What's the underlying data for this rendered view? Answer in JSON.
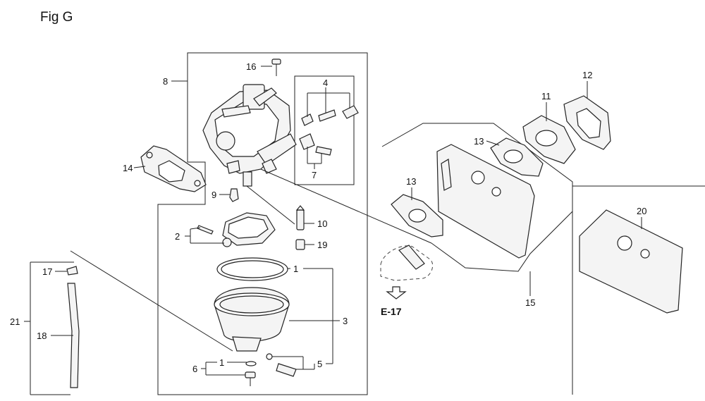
{
  "figure": {
    "title": "Fig G",
    "reference": "E-17"
  },
  "callouts": {
    "c1a": "1",
    "c1b": "1",
    "c2": "2",
    "c3": "3",
    "c4": "4",
    "c5": "5",
    "c6": "6",
    "c7": "7",
    "c8": "8",
    "c9": "9",
    "c10": "10",
    "c11": "11",
    "c12": "12",
    "c13a": "13",
    "c13b": "13",
    "c14": "14",
    "c15": "15",
    "c16": "16",
    "c17": "17",
    "c18": "18",
    "c19": "19",
    "c20": "20",
    "c21": "21"
  }
}
